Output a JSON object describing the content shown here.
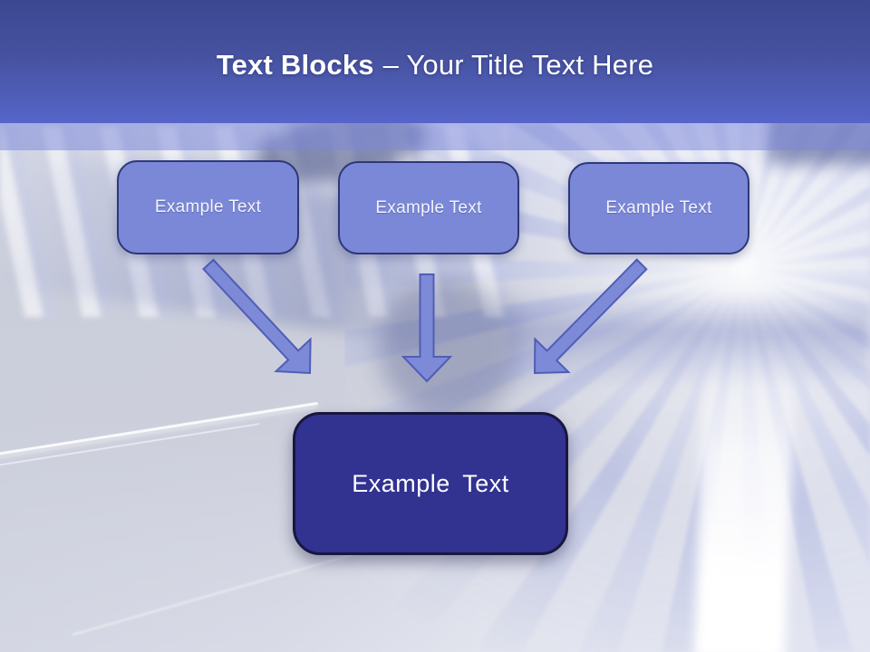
{
  "header": {
    "title_bold": "Text Blocks",
    "title_rest": "– Your Title Text Here"
  },
  "diagram": {
    "source_boxes": [
      {
        "label": "Example Text"
      },
      {
        "label": "Example Text"
      },
      {
        "label": "Example Text"
      }
    ],
    "target_box": {
      "label": "Example Text"
    },
    "arrows": [
      {
        "direction": "down-right"
      },
      {
        "direction": "down"
      },
      {
        "direction": "down-left"
      }
    ]
  },
  "colors": {
    "header_gradient_top": "#3b4791",
    "header_gradient_bottom": "#5565c9",
    "title_text": "#ffffff",
    "source_box_fill": "#7b88d8",
    "source_box_border": "#2d3878",
    "source_box_text": "#f2f4fc",
    "target_box_fill": "#323291",
    "target_box_border": "#17173f",
    "target_box_text": "#ffffff",
    "arrow_fill": "#7d8ad8",
    "arrow_border": "#4f5eb5",
    "background_tint": "#cfd1dc"
  }
}
